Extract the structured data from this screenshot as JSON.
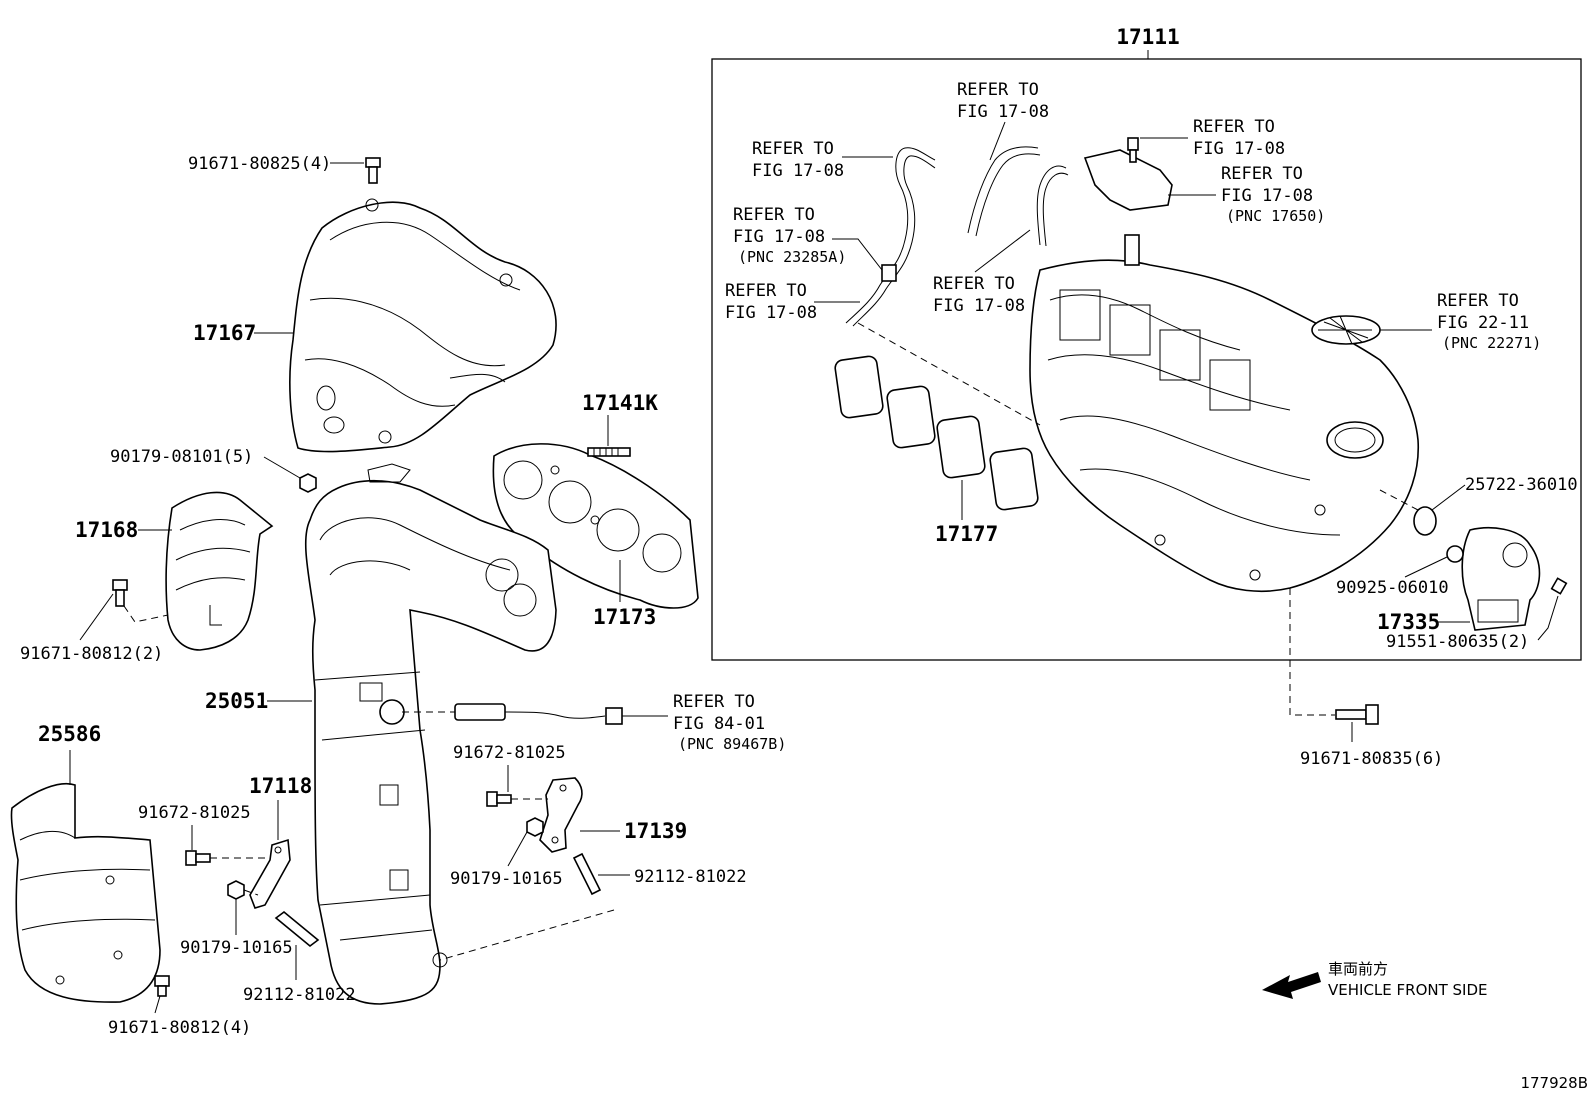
{
  "labels": {
    "p17111": "17111",
    "p91671_80825": "91671-80825(4)",
    "p17167": "17167",
    "p17141K": "17141K",
    "p90179_08101": "90179-08101(5)",
    "p17168": "17168",
    "p91671_80812_2": "91671-80812(2)",
    "p17173": "17173",
    "p25051": "25051",
    "p25586": "25586",
    "p17118": "17118",
    "p91672_81025_a": "91672-81025",
    "p91672_81025_b": "91672-81025",
    "p90179_10165_a": "90179-10165",
    "p90179_10165_b": "90179-10165",
    "p92112_81022_a": "92112-81022",
    "p92112_81022_b": "92112-81022",
    "p91671_80812_4": "91671-80812(4)",
    "p17139": "17139",
    "p17177": "17177",
    "p25722_36010": "25722-36010",
    "p90925_06010": "90925-06010",
    "p17335": "17335",
    "p91551_80635": "91551-80635(2)",
    "p91671_80835": "91671-80835(6)"
  },
  "refs": {
    "r1": {
      "line1": "REFER TO",
      "line2": "FIG 17-08",
      "line3": ""
    },
    "r2": {
      "line1": "REFER TO",
      "line2": "FIG 17-08",
      "line3": ""
    },
    "r3": {
      "line1": "REFER TO",
      "line2": "FIG 17-08",
      "line3": ""
    },
    "r4": {
      "line1": "REFER TO",
      "line2": "FIG 17-08",
      "line3": "(PNC 17650)"
    },
    "r5": {
      "line1": "REFER TO",
      "line2": "FIG 17-08",
      "line3": "(PNC 23285A)"
    },
    "r6": {
      "line1": "REFER TO",
      "line2": "FIG 17-08",
      "line3": ""
    },
    "r7": {
      "line1": "REFER TO",
      "line2": "FIG 17-08",
      "line3": ""
    },
    "r8": {
      "line1": "REFER TO",
      "line2": "FIG 22-11",
      "line3": "(PNC 22271)"
    },
    "r9": {
      "line1": "REFER TO",
      "line2": "FIG 84-01",
      "line3": "(PNC 89467B)"
    }
  },
  "direction": {
    "jp": "車両前方",
    "en": "VEHICLE FRONT SIDE"
  },
  "figure_id": "177928B"
}
